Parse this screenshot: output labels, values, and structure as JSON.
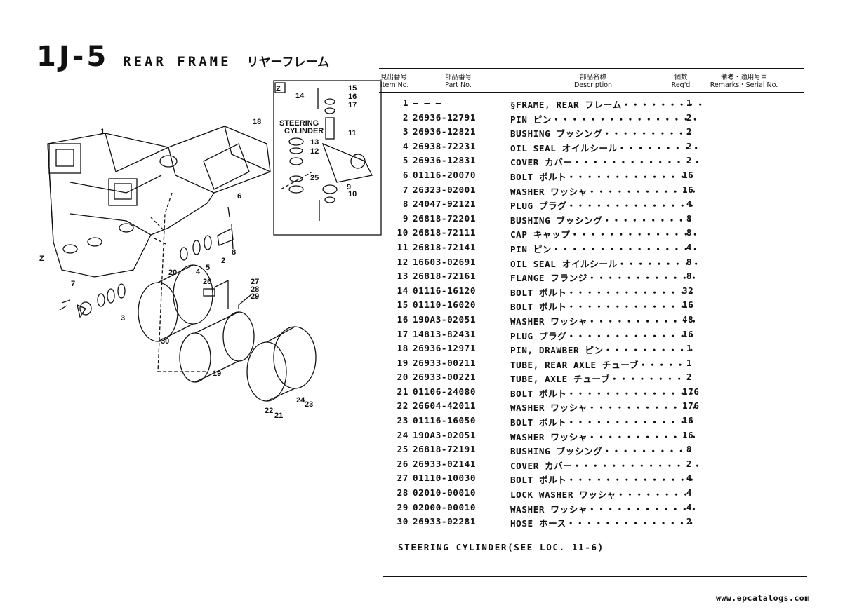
{
  "title": {
    "code": "1J-5",
    "english": "REAR FRAME",
    "japanese": "リヤーフレーム"
  },
  "table_header": {
    "item_jp": "見出番号",
    "item_en": "Item No.",
    "part_jp": "部品番号",
    "part_en": "Part No.",
    "desc_jp": "部品名称",
    "desc_en": "Description",
    "req_jp": "個数",
    "req_en": "Req'd",
    "remarks_jp": "備考・適用号車",
    "remarks_en": "Remarks・Serial No."
  },
  "parts": [
    {
      "no": "1",
      "part": "― ― ―",
      "desc": "§FRAME, REAR フレーム・・・・・・・・・",
      "qty": "1"
    },
    {
      "no": "2",
      "part": "26936-12791",
      "desc": "PIN ピン・・・・・・・・・・・・・・・・",
      "qty": "2"
    },
    {
      "no": "3",
      "part": "26936-12821",
      "desc": "BUSHING ブッシング・・・・・・・・・・",
      "qty": "2"
    },
    {
      "no": "4",
      "part": "26938-72231",
      "desc": "OIL SEAL オイルシール・・・・・・・・・",
      "qty": "2"
    },
    {
      "no": "5",
      "part": "26936-12831",
      "desc": "COVER カバー・・・・・・・・・・・・・・",
      "qty": "2"
    },
    {
      "no": "6",
      "part": "01116-20070",
      "desc": "BOLT ボルト・・・・・・・・・・・・・・",
      "qty": "16"
    },
    {
      "no": "7",
      "part": "26323-02001",
      "desc": "WASHER ワッシャ・・・・・・・・・・・・",
      "qty": "16"
    },
    {
      "no": "8",
      "part": "24047-92121",
      "desc": "PLUG プラグ・・・・・・・・・・・・・・",
      "qty": "4"
    },
    {
      "no": "9",
      "part": "26818-72201",
      "desc": "BUSHING ブッシング・・・・・・・・・・",
      "qty": "8"
    },
    {
      "no": "10",
      "part": "26818-72111",
      "desc": "CAP キャップ・・・・・・・・・・・・・・",
      "qty": "8"
    },
    {
      "no": "11",
      "part": "26818-72141",
      "desc": "PIN ピン・・・・・・・・・・・・・・・・",
      "qty": "4"
    },
    {
      "no": "12",
      "part": "16603-02691",
      "desc": "OIL SEAL オイルシール・・・・・・・・・",
      "qty": "8"
    },
    {
      "no": "13",
      "part": "26818-72161",
      "desc": "FLANGE フランジ・・・・・・・・・・・・",
      "qty": "8"
    },
    {
      "no": "14",
      "part": "01116-16120",
      "desc": "BOLT ボルト・・・・・・・・・・・・・・",
      "qty": "32"
    },
    {
      "no": "15",
      "part": "01110-16020",
      "desc": "BOLT ボルト・・・・・・・・・・・・・・",
      "qty": "16"
    },
    {
      "no": "16",
      "part": "190A3-02051",
      "desc": "WASHER ワッシャ・・・・・・・・・・・・",
      "qty": "48"
    },
    {
      "no": "17",
      "part": "14813-82431",
      "desc": "PLUG プラグ・・・・・・・・・・・・・・",
      "qty": "16"
    },
    {
      "no": "18",
      "part": "26936-12971",
      "desc": "PIN, DRAWBER ピン・・・・・・・・・・",
      "qty": "1"
    },
    {
      "no": "19",
      "part": "26933-00211",
      "desc": "TUBE, REAR AXLE チューブ・・・・・",
      "qty": "1"
    },
    {
      "no": "20",
      "part": "26933-00221",
      "desc": "TUBE, AXLE チューブ・・・・・・・・・",
      "qty": "2"
    },
    {
      "no": "21",
      "part": "01106-24080",
      "desc": "BOLT ボルト・・・・・・・・・・・・・・",
      "qty": "176"
    },
    {
      "no": "22",
      "part": "26604-42011",
      "desc": "WASHER ワッシャ・・・・・・・・・・・・",
      "qty": "176"
    },
    {
      "no": "23",
      "part": "01116-16050",
      "desc": "BOLT ボルト・・・・・・・・・・・・・・",
      "qty": "16"
    },
    {
      "no": "24",
      "part": "190A3-02051",
      "desc": "WASHER ワッシャ・・・・・・・・・・・・",
      "qty": "16"
    },
    {
      "no": "25",
      "part": "26818-72191",
      "desc": "BUSHING ブッシング・・・・・・・・・・",
      "qty": "8"
    },
    {
      "no": "26",
      "part": "26933-02141",
      "desc": "COVER カバー・・・・・・・・・・・・・・",
      "qty": "2"
    },
    {
      "no": "27",
      "part": "01110-10030",
      "desc": "BOLT ボルト・・・・・・・・・・・・・・",
      "qty": "4"
    },
    {
      "no": "28",
      "part": "02010-00010",
      "desc": "LOCK WASHER ワッシャ・・・・・・・・",
      "qty": "4"
    },
    {
      "no": "29",
      "part": "02000-00010",
      "desc": "WASHER ワッシャ・・・・・・・・・・・・",
      "qty": "4"
    },
    {
      "no": "30",
      "part": "26933-02281",
      "desc": "HOSE ホース・・・・・・・・・・・・・・",
      "qty": "2"
    }
  ],
  "note": "STEERING CYLINDER(SEE LOC. 11-6)",
  "diagram": {
    "detail_tag": "Z",
    "view_marker": "Z",
    "steering_label_1": "STEERING",
    "steering_label_2": "CYLINDER",
    "callouts": [
      "1",
      "2",
      "3",
      "4",
      "5",
      "6",
      "7",
      "8",
      "9",
      "10",
      "11",
      "12",
      "13",
      "14",
      "15",
      "16",
      "17",
      "18",
      "19",
      "20",
      "21",
      "22",
      "23",
      "24",
      "25",
      "26",
      "27",
      "28",
      "29",
      "30"
    ]
  },
  "footer": "www.epcatalogs.com"
}
